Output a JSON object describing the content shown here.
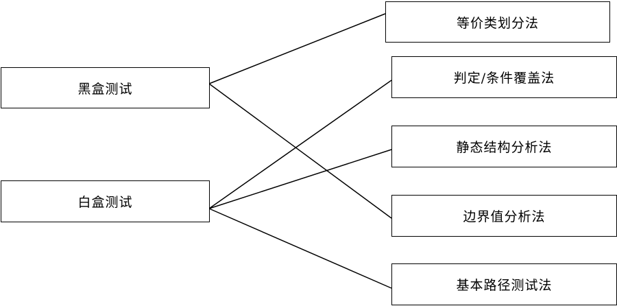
{
  "diagram": {
    "left_nodes": [
      {
        "id": "black_box",
        "label": "黑盒测试"
      },
      {
        "id": "white_box",
        "label": "白盒测试"
      }
    ],
    "right_nodes": [
      {
        "id": "equivalence",
        "label": "等价类划分法"
      },
      {
        "id": "decision_condition",
        "label": "判定/条件覆盖法"
      },
      {
        "id": "static_analysis",
        "label": "静态结构分析法"
      },
      {
        "id": "boundary_value",
        "label": "边界值分析法"
      },
      {
        "id": "basis_path",
        "label": "基本路径测试法"
      }
    ],
    "connections": [
      {
        "from": "black_box",
        "to": "equivalence"
      },
      {
        "from": "black_box",
        "to": "boundary_value"
      },
      {
        "from": "white_box",
        "to": "decision_condition"
      },
      {
        "from": "white_box",
        "to": "static_analysis"
      },
      {
        "from": "white_box",
        "to": "basis_path"
      }
    ]
  }
}
